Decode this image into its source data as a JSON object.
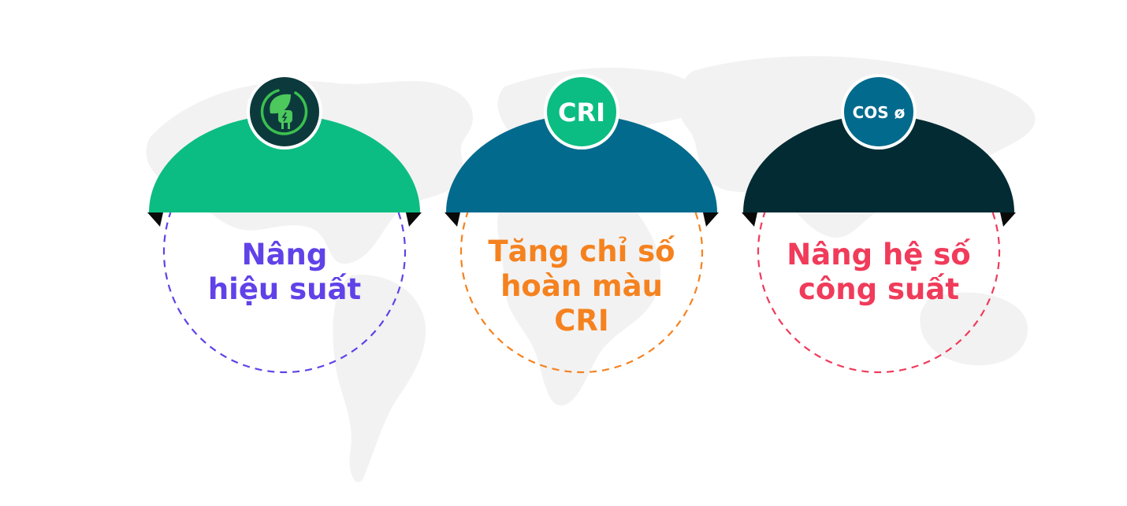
{
  "colors": {
    "green": "#0bbd82",
    "teal": "#026a8d",
    "dark": "#032b33",
    "purple": "#6142e8",
    "orange": "#f5821f",
    "pink": "#f03b5a",
    "fold": "#0a0a0a",
    "map": "#f1f1f1"
  },
  "cards": [
    {
      "id": "efficiency",
      "icon": "leaf-plug-icon",
      "badge_text": "",
      "lines": [
        "Nâng",
        "hiệu suất"
      ],
      "cap_color": "#0bbd82",
      "badge_color": "#0c3a3c",
      "text_color": "#6142e8"
    },
    {
      "id": "cri",
      "icon": "",
      "badge_text": "CRI",
      "lines": [
        "Tăng chỉ số",
        "hoàn màu",
        "CRI"
      ],
      "cap_color": "#026a8d",
      "badge_color": "#0bbd82",
      "text_color": "#f5821f"
    },
    {
      "id": "power-factor",
      "icon": "",
      "badge_text": "COS ø",
      "lines": [
        "Nâng hệ số",
        "công suất"
      ],
      "cap_color": "#032b33",
      "badge_color": "#026a8d",
      "text_color": "#f03b5a"
    }
  ]
}
